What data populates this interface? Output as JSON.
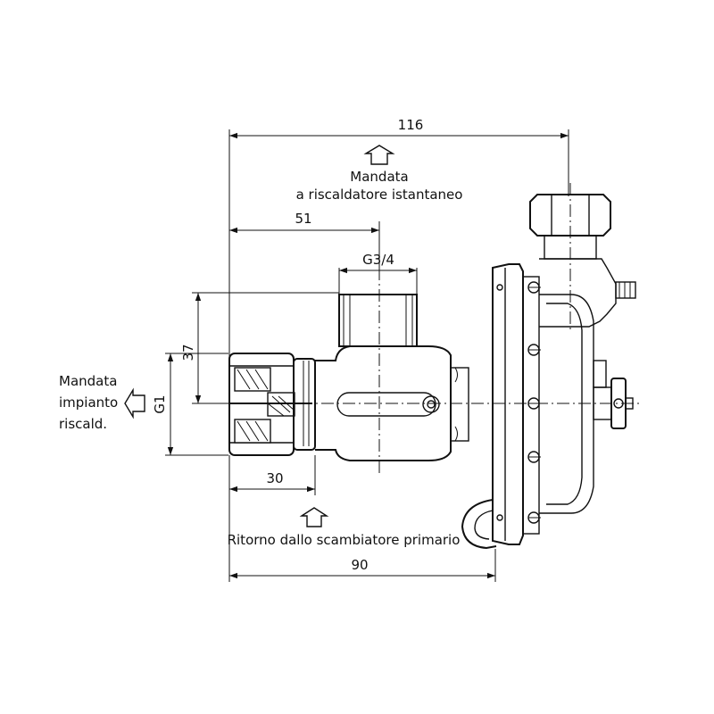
{
  "dimensions": {
    "overall_top": "116",
    "upper_inner": "51",
    "thread_top": "G3/4",
    "left_height": "37",
    "left_thread": "G1",
    "lower_short": "30",
    "overall_bottom": "90"
  },
  "labels": {
    "supply_heater_line1": "Mandata",
    "supply_heater_line2": "a riscaldatore istantaneo",
    "supply_system_line1": "Mandata",
    "supply_system_line2": "impianto",
    "supply_system_line3": "riscald.",
    "return_exchanger": "Ritorno dallo scambiatore primario"
  },
  "icons": {
    "flow_up_top": "flow-arrow-up-icon",
    "flow_left": "flow-arrow-left-icon",
    "flow_up_bottom": "flow-arrow-up-icon"
  }
}
